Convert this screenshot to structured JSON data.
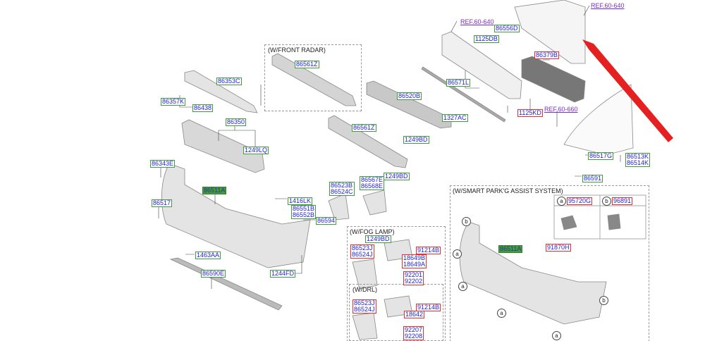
{
  "colors": {
    "available": "#3f9c3f",
    "unavailable": "#e03030",
    "highlight": "#4a9a3a",
    "ref": "#7a2ad0",
    "arrow": "#e52020"
  },
  "groups": {
    "front_radar": "(W/FRONT RADAR)",
    "fog_lamp": "(W/FOG LAMP)",
    "drl": "(W/DRL)",
    "smart_park": "(W/SMART PARK'G ASSIST SYSTEM)"
  },
  "refs": [
    "REF.60-640",
    "REF.60-640",
    "REF.60-660"
  ],
  "callouts": {
    "a": "a",
    "b": "b"
  },
  "labels": {
    "p86353C": "86353C",
    "p86357K": "86357K",
    "p86438": "86438",
    "p86350": "86350",
    "p1249LQ": "1249LQ",
    "p86343E": "86343E",
    "p86511A": "86511A",
    "p86517": "86517",
    "p1416LK": "1416LK",
    "p86551B": "86551B",
    "p86552B": "86552B",
    "p86594": "86594",
    "p1463AA": "1463AA",
    "p86590E": "86590E",
    "p1244FD": "1244FD",
    "p86561Z_radar": "86561Z",
    "p86561Z": "86561Z",
    "p86520B": "86520B",
    "p1327AC": "1327AC",
    "p86571L": "86571L",
    "p1249BD_a": "1249BD",
    "p1249BD_b": "1249BD",
    "p86523B": "86523B",
    "p86524C": "86524C",
    "p86567E": "86567E",
    "p86568E": "86568E",
    "p86556D": "86556D",
    "p1125DB": "1125DB",
    "p86379B": "86379B",
    "p1125KD": "1125KD",
    "p86517G": "86517G",
    "p86513K": "86513K",
    "p86514K": "86514K",
    "p86591": "86591",
    "fog_1249BD": "1249BD",
    "fog_86523J": "86523J",
    "fog_86524J": "86524J",
    "fog_91214B": "91214B",
    "fog_18649B": "18649B",
    "fog_18649A": "18649A",
    "fog_92201": "92201",
    "fog_92202": "92202",
    "drl_86523J": "86523J",
    "drl_86524J": "86524J",
    "drl_91214B": "91214B",
    "drl_18642": "18642",
    "drl_92207": "92207",
    "drl_92208": "92208",
    "spa_95720G": "95720G",
    "spa_96891": "96891",
    "spa_86511A": "86511A",
    "spa_91870H": "91870H"
  }
}
